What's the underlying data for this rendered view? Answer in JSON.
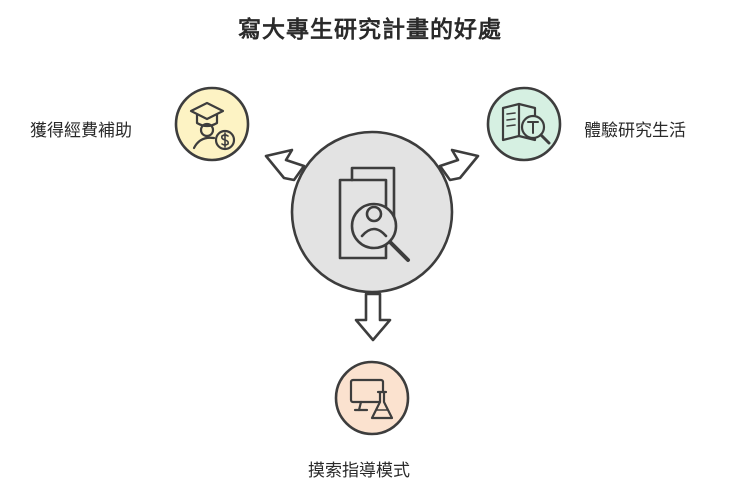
{
  "title": "寫大專生研究計畫的好處",
  "center": {
    "icon": "researcher-document-magnifier-icon"
  },
  "benefits": [
    {
      "label": "獲得經費補助",
      "icon": "graduate-money-icon",
      "color": "#fdf3c4"
    },
    {
      "label": "體驗研究生活",
      "icon": "book-magnifier-icon",
      "color": "#d6f0e2"
    },
    {
      "label": "摸索指導模式",
      "icon": "computer-flask-icon",
      "color": "#fbe2cf"
    }
  ],
  "colors": {
    "center_fill": "#e3e3e3",
    "stroke": "#3d3d3d",
    "text": "#2a2a2a"
  }
}
